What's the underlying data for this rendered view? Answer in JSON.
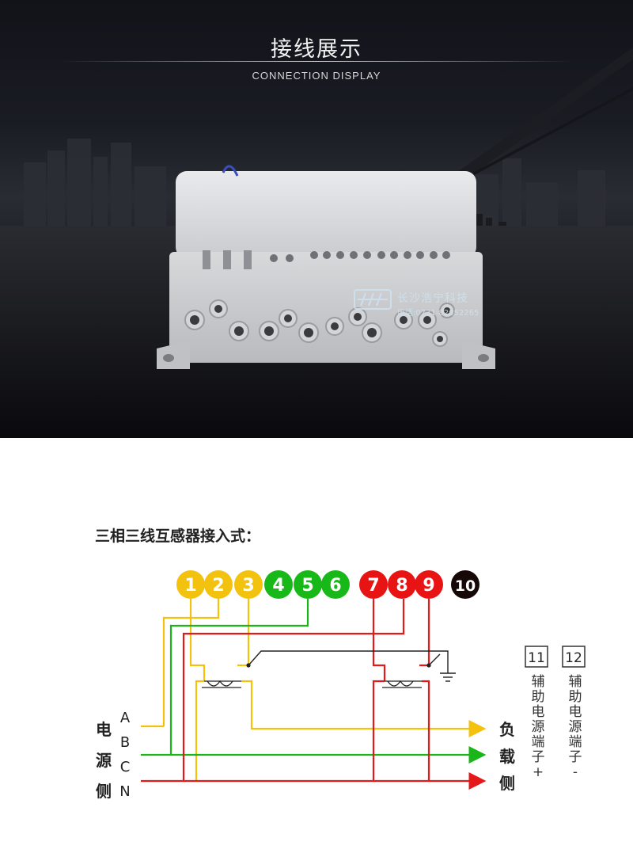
{
  "header": {
    "title": "接线展示",
    "subtitle": "CONNECTION  DISPLAY"
  },
  "watermark": {
    "company": "长沙浩宁科技",
    "phone": "电话:0731-82052265"
  },
  "diagram": {
    "title": "三相三线互感器接入式：",
    "terminals": [
      {
        "label": "1",
        "color": "#f2c20f"
      },
      {
        "label": "2",
        "color": "#f2c20f"
      },
      {
        "label": "3",
        "color": "#f2c20f"
      },
      {
        "label": "4",
        "color": "#18b818"
      },
      {
        "label": "5",
        "color": "#18b818"
      },
      {
        "label": "6",
        "color": "#18b818"
      },
      {
        "label": "7",
        "color": "#e81414"
      },
      {
        "label": "8",
        "color": "#e81414"
      },
      {
        "label": "9",
        "color": "#e81414"
      },
      {
        "label": "10",
        "color": "#150807"
      }
    ],
    "aux_terminals": [
      {
        "label": "11",
        "caption": "辅助电源端子+"
      },
      {
        "label": "12",
        "caption": "辅助电源端子-"
      }
    ],
    "source_side": [
      "电",
      "源",
      "侧"
    ],
    "phases": [
      "A",
      "B",
      "C",
      "N"
    ],
    "load_side": [
      "负",
      "载",
      "侧"
    ],
    "wire_colors": {
      "yellow": "#f4c10f",
      "green": "#19b519",
      "red": "#e61919",
      "black": "#222222"
    }
  }
}
